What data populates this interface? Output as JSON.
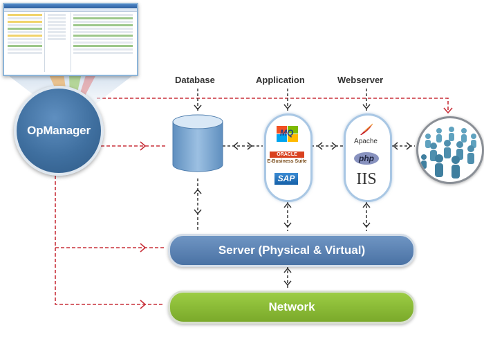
{
  "labels": {
    "opmanager": "OpManager",
    "database": "Database",
    "application": "Application",
    "webserver": "Webserver",
    "server": "Server (Physical & Virtual)",
    "network": "Network"
  },
  "app_logos": {
    "mq": "MQ",
    "oracle": "ORACLE",
    "ebs": "E-Business Suite",
    "sap": "SAP"
  },
  "web_logos": {
    "apache": "Apache",
    "php": "php",
    "iis": "IIS"
  },
  "colors": {
    "opmanager": "#3f6f9f",
    "server_bar": "#5a82b4",
    "network_bar": "#8bbd3a",
    "link_red": "#c8303a",
    "link_dark": "#333333",
    "database": "#7aa5d0"
  }
}
